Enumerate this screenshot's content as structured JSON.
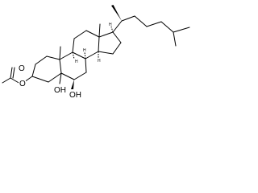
{
  "molecule": {
    "atoms": {
      "acetate_o_ester": "O",
      "acetate_o_carbonyl": "O",
      "hydroxyl_5": "OH",
      "hydroxyl_6": "OH",
      "h_9": "H",
      "h_8": "H",
      "h_14": "H",
      "h_17": "H"
    }
  },
  "colors": {
    "bond": "#000000",
    "background": "#ffffff"
  }
}
